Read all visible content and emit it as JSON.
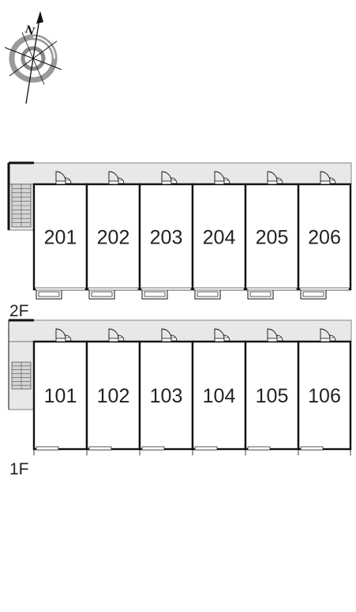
{
  "compass": {
    "north_label": "N",
    "icon": "compass-rose-icon"
  },
  "floors": [
    {
      "label": "2F",
      "units": [
        "201",
        "202",
        "203",
        "204",
        "205",
        "206"
      ]
    },
    {
      "label": "1F",
      "units": [
        "101",
        "102",
        "103",
        "104",
        "105",
        "106"
      ]
    }
  ],
  "colors": {
    "wall": "#111111",
    "corridor": "#e8e8e8",
    "stair": "#d4d4d4",
    "compass_ring": "#9a9a9a"
  }
}
